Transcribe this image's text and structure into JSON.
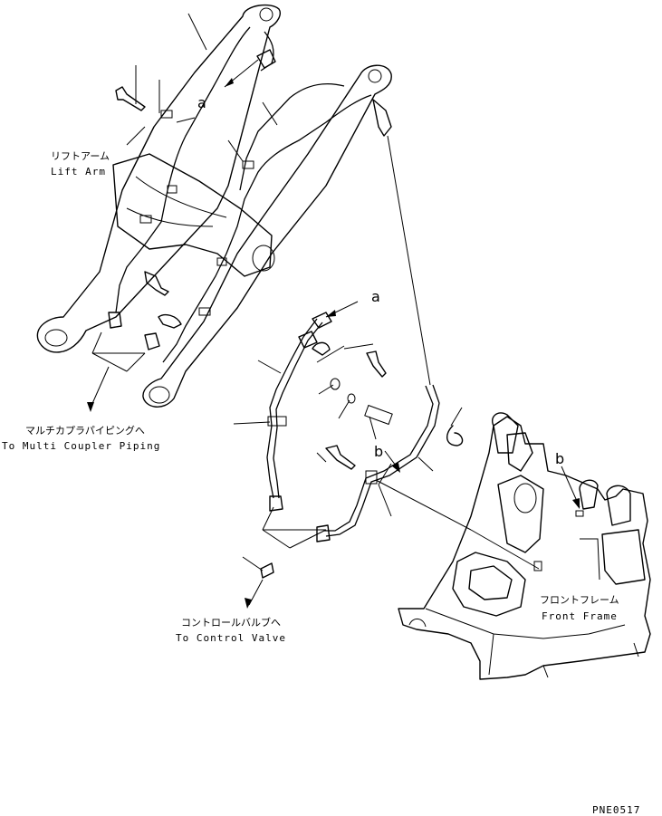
{
  "labels": {
    "lift_arm_jp": "リフトアーム",
    "lift_arm_en": "Lift Arm",
    "multi_coupler_jp": "マルチカプラパイピングへ",
    "multi_coupler_en": "To Multi Coupler Piping",
    "control_valve_jp": "コントロールバルブへ",
    "control_valve_en": "To Control Valve",
    "front_frame_jp": "フロントフレーム",
    "front_frame_en": "Front Frame",
    "drawing_code": "PNE0517"
  },
  "callouts": {
    "a_upper": "a",
    "a_lower": "a",
    "b_center": "b",
    "b_right": "b"
  }
}
